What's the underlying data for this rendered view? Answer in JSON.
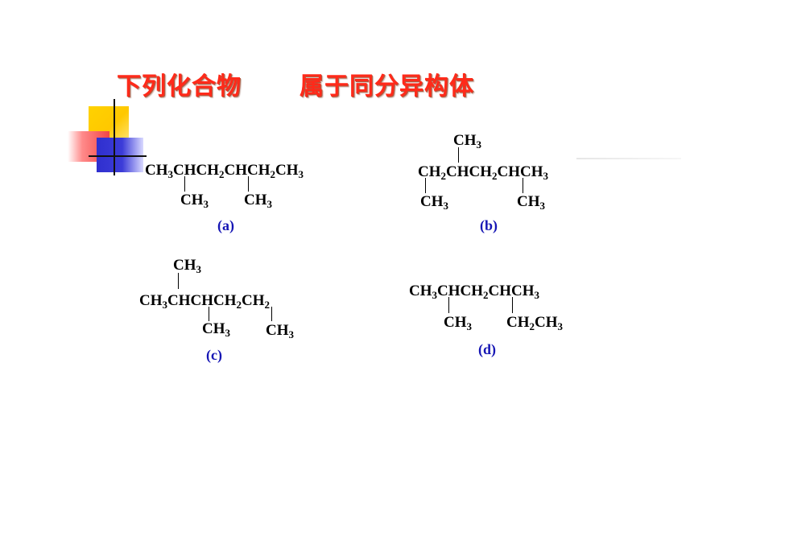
{
  "title": {
    "left": "下列化合物",
    "right": "属于同分异构体"
  },
  "compounds": {
    "a": {
      "main": [
        "CH",
        "3",
        "CHCH",
        "2",
        "CHCH",
        "2",
        "CH",
        "3"
      ],
      "sub1": [
        "CH",
        "3"
      ],
      "sub2": [
        "CH",
        "3"
      ],
      "label": "(a)"
    },
    "b": {
      "top": [
        "CH",
        "3"
      ],
      "main": [
        "CH",
        "2",
        "CHCH",
        "2",
        "CHCH",
        "3"
      ],
      "sub1": [
        "CH",
        "3"
      ],
      "sub2": [
        "CH",
        "3"
      ],
      "label": "(b)"
    },
    "c": {
      "top": [
        "CH",
        "3"
      ],
      "main": [
        "CH",
        "3",
        "CHCHCH",
        "2",
        "CH",
        "2"
      ],
      "sub1": [
        "CH",
        "3"
      ],
      "sub2": [
        "CH",
        "3"
      ],
      "label": "(c)"
    },
    "d": {
      "main": [
        "CH",
        "3",
        "CHCH",
        "2",
        "CHCH",
        "3"
      ],
      "sub1": [
        "CH",
        "3"
      ],
      "sub2": [
        "CH",
        "2",
        "CH",
        "3"
      ],
      "label": "(d)"
    }
  },
  "colors": {
    "title": "#ff2a1a",
    "label": "#1515b4",
    "text": "#000000"
  }
}
